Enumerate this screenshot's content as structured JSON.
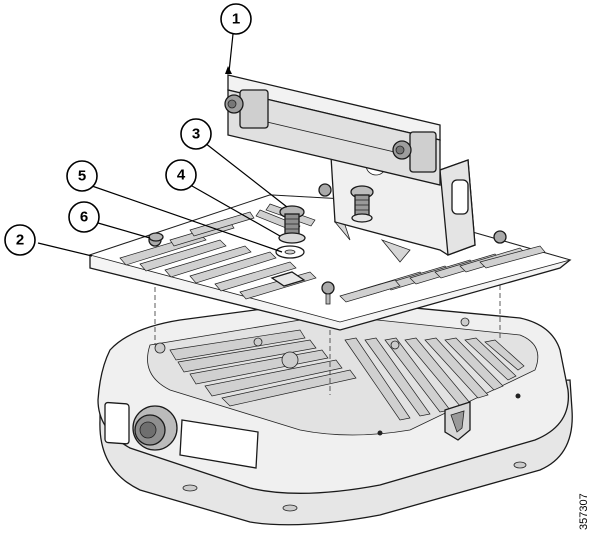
{
  "callouts": [
    {
      "label": "1"
    },
    {
      "label": "2"
    },
    {
      "label": "3"
    },
    {
      "label": "4"
    },
    {
      "label": "5"
    },
    {
      "label": "6"
    }
  ],
  "figure_id": "357307",
  "colors": {
    "line": "#1a1a1a",
    "body_fill": "#efefef",
    "fin_fill": "#d0d0d0",
    "plate_fill": "#f4f4f4"
  }
}
